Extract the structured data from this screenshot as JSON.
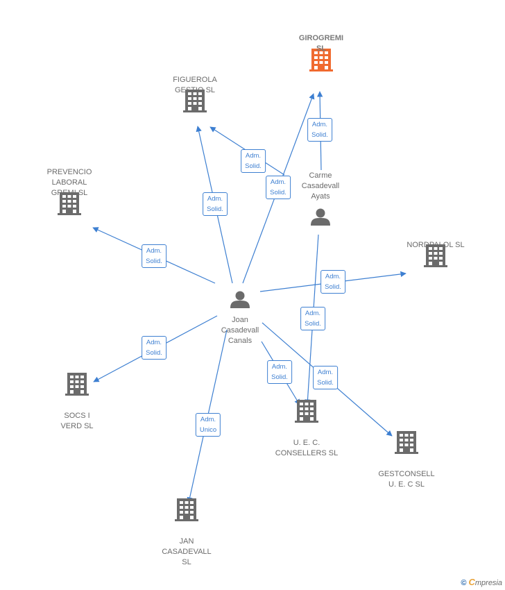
{
  "colors": {
    "edge": "#3d7fd1",
    "building": "#6b6b6b",
    "highlight": "#f06a2f",
    "person": "#6b6b6b"
  },
  "nodes": [
    {
      "id": "girogremi",
      "lines": [
        "GIROGREMI",
        "SL"
      ],
      "kind": "company",
      "highlight": true
    },
    {
      "id": "figuerola",
      "lines": [
        "FIGUEROLA",
        "GESTIO SL"
      ],
      "kind": "company"
    },
    {
      "id": "prevencio",
      "lines": [
        "PREVENCIO",
        "LABORAL",
        "GREMI  SL"
      ],
      "kind": "company"
    },
    {
      "id": "nordpalol",
      "lines": [
        "NORDPALOL SL"
      ],
      "kind": "company"
    },
    {
      "id": "socs",
      "lines": [
        "SOCS I",
        "VERD SL"
      ],
      "kind": "company"
    },
    {
      "id": "uec",
      "lines": [
        "U.  E. C.",
        "CONSELLERS SL"
      ],
      "kind": "company"
    },
    {
      "id": "gestconsell",
      "lines": [
        "GESTCONSELL",
        "U.  E. C SL"
      ],
      "kind": "company"
    },
    {
      "id": "jan",
      "lines": [
        "JAN",
        "CASADEVALL",
        "SL"
      ],
      "kind": "company"
    },
    {
      "id": "carme",
      "lines": [
        "Carme",
        "Casadevall",
        "Ayats"
      ],
      "kind": "person"
    },
    {
      "id": "joan",
      "lines": [
        "Joan",
        "Casadevall",
        "Canals"
      ],
      "kind": "person"
    }
  ],
  "edges": [
    {
      "from": "carme",
      "to": "girogremi",
      "label": [
        "Adm.",
        "Solid."
      ]
    },
    {
      "from": "carme",
      "to": "figuerola",
      "label": [
        "Adm.",
        "Solid."
      ]
    },
    {
      "from": "carme",
      "to": "uec",
      "label": [
        "Adm.",
        "Solid."
      ]
    },
    {
      "from": "joan",
      "to": "girogremi",
      "label": [
        "Adm.",
        "Solid."
      ]
    },
    {
      "from": "joan",
      "to": "figuerola",
      "label": [
        "Adm.",
        "Solid."
      ]
    },
    {
      "from": "joan",
      "to": "prevencio",
      "label": [
        "Adm.",
        "Solid."
      ]
    },
    {
      "from": "joan",
      "to": "nordpalol",
      "label": [
        "Adm.",
        "Solid."
      ]
    },
    {
      "from": "joan",
      "to": "socs",
      "label": [
        "Adm.",
        "Solid."
      ]
    },
    {
      "from": "joan",
      "to": "uec",
      "label": [
        "Adm.",
        "Solid."
      ]
    },
    {
      "from": "joan",
      "to": "gestconsell",
      "label": [
        "Adm.",
        "Solid."
      ]
    },
    {
      "from": "joan",
      "to": "jan",
      "label": [
        "Adm.",
        "Unico"
      ]
    }
  ],
  "brand": {
    "copyright": "©",
    "first": "C",
    "rest": "mpresia"
  }
}
